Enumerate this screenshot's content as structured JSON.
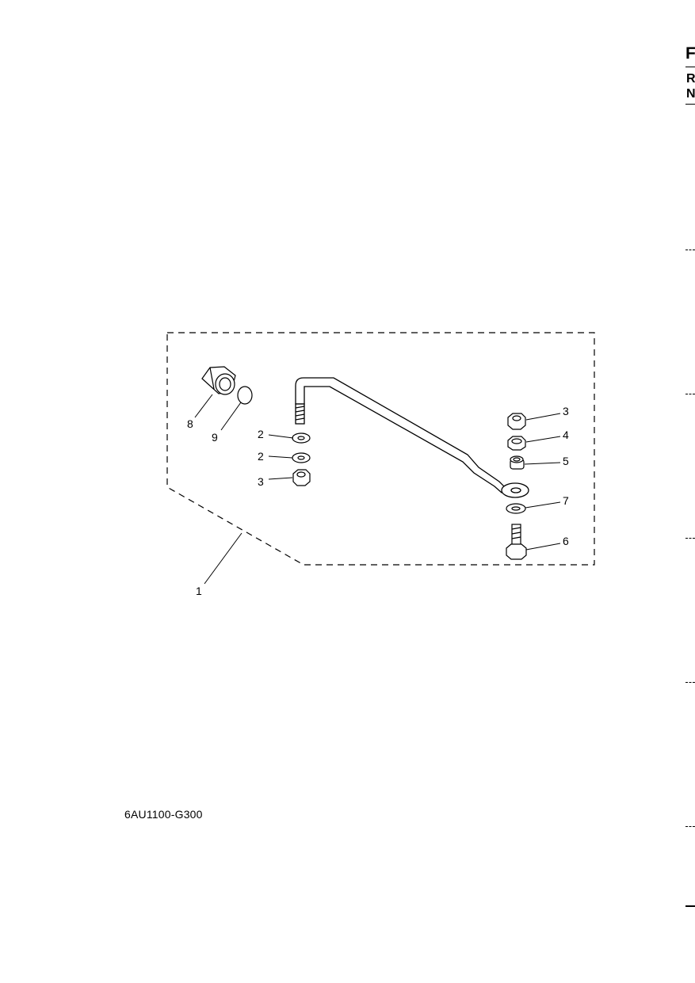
{
  "diagram": {
    "code": "6AU1100-G300",
    "callouts": [
      {
        "id": "c1",
        "text": "1"
      },
      {
        "id": "c2a",
        "text": "2"
      },
      {
        "id": "c2b",
        "text": "2"
      },
      {
        "id": "c3a",
        "text": "3"
      },
      {
        "id": "c3b",
        "text": "3"
      },
      {
        "id": "c4",
        "text": "4"
      },
      {
        "id": "c5",
        "text": "5"
      },
      {
        "id": "c6",
        "text": "6"
      },
      {
        "id": "c7",
        "text": "7"
      },
      {
        "id": "c8",
        "text": "8"
      },
      {
        "id": "c9",
        "text": "9"
      }
    ]
  },
  "edge": {
    "letter_f": "F",
    "letter_r": "R",
    "letter_n": "N"
  }
}
